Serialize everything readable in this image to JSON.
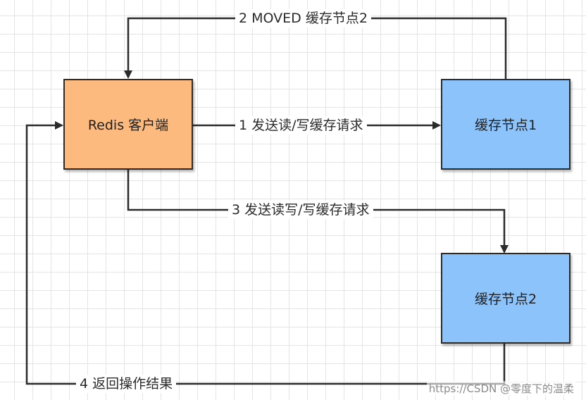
{
  "nodes": {
    "client": "Redis 客户端",
    "cache1": "缓存节点1",
    "cache2": "缓存节点2"
  },
  "edges": {
    "step1": "1 发送读/写缓存请求",
    "step2": "2 MOVED 缓存节点2",
    "step3": "3 发送读写/写缓存请求",
    "step4": "4 返回操作结果"
  },
  "watermark": "https://CSDN @零度下的温柔",
  "colors": {
    "client_fill": "#FDBA7F",
    "cache_fill": "#8CC3FB",
    "line": "#2a2a2a"
  }
}
